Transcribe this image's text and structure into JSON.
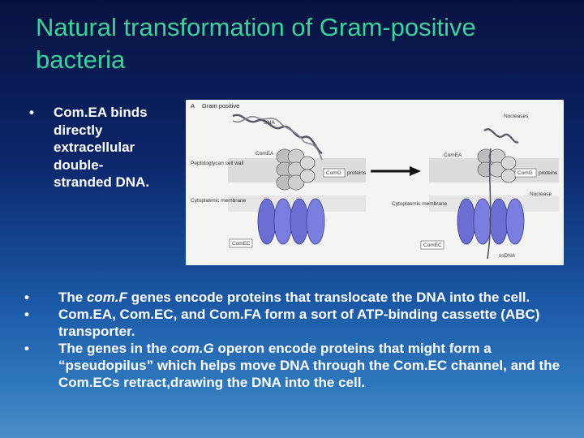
{
  "slide": {
    "title": "Natural transformation of Gram-positive bacteria",
    "side_bullet": {
      "marker": "•",
      "text": "Com.EA binds directly extracellular double-stranded DNA."
    },
    "bottom_bullets": [
      {
        "marker": "•",
        "pre": "The ",
        "em": "com.F",
        "post": " genes encode proteins that translocate the  DNA into the cell."
      },
      {
        "marker": "•",
        "pre": "Com.EA, Com.EC, and Com.FA form a sort of ATP-binding cassette (ABC) transporter.",
        "em": "",
        "post": ""
      },
      {
        "marker": "•",
        "pre": "The genes in the ",
        "em": "com.G",
        "post": " operon encode proteins that might form a  “pseudopilus” which helps move DNA through the Com.EC channel, and the Com.ECs  retract,drawing the DNA into the cell."
      }
    ]
  },
  "figure": {
    "panel_label": "A",
    "panel_title": "Gram positive",
    "labels": {
      "dna": "DNA",
      "comea_left": "ComEA",
      "peptidoglycan": "Peptidoglycan cell wall",
      "comg_left": "ComG",
      "proteins_left": "proteins",
      "cytoplasmic_left": "Cytoplasmic membrane",
      "comec_left": "ComEC",
      "nucleases_top": "Nucleases",
      "comea_right": "ComEA",
      "comg_right": "ComG",
      "proteins_right": "proteins",
      "nuclease_right": "Nuclease",
      "cytoplasmic_right": "Cytoplasmic membrane",
      "comec_right": "ComEC",
      "ssdna": "ssDNA"
    }
  }
}
